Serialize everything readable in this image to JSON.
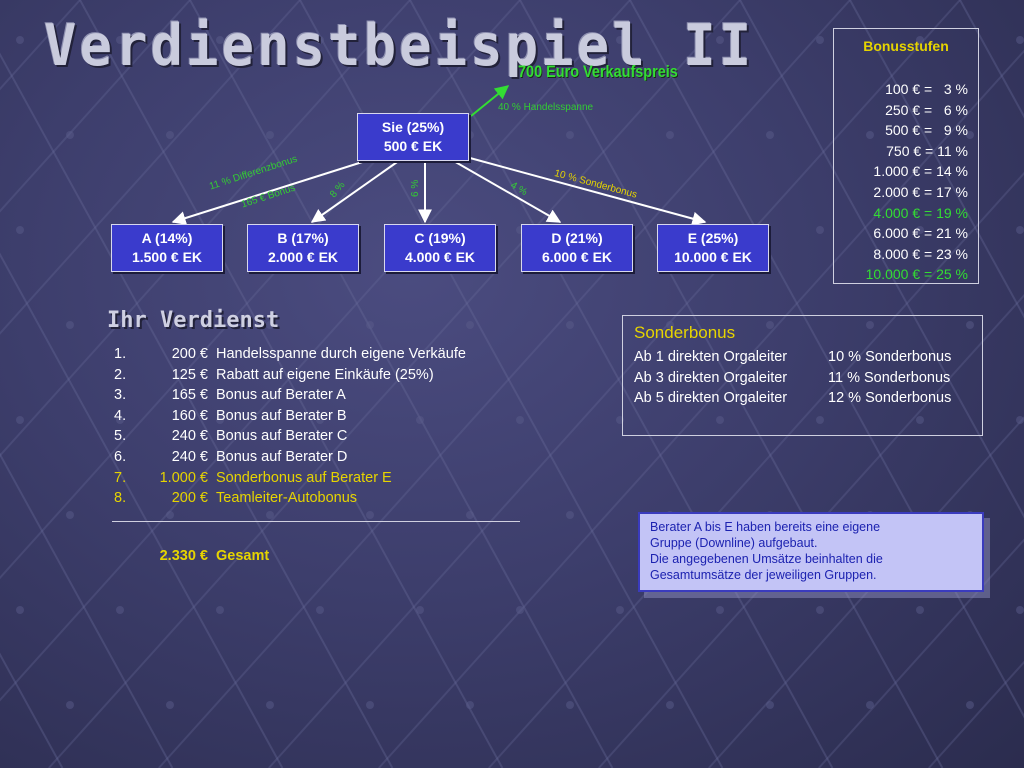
{
  "title": "Verdienstbeispiel II",
  "price_heading": "700 Euro Verkaufspreis",
  "labels": {
    "handelsspanne": "40 % Handelsspanne",
    "differenzbonus": "11 % Differenzbonus",
    "bonus_a": "165 € Bonus",
    "pct_b": "8 %",
    "pct_c": "6 %",
    "pct_d": "4 %",
    "sonderbonus_e": "10 % Sonderbonus"
  },
  "root": {
    "name": "Sie (25%)",
    "value": "500 € EK"
  },
  "partners": [
    {
      "name": "A (14%)",
      "value": "1.500 € EK"
    },
    {
      "name": "B (17%)",
      "value": "2.000 € EK"
    },
    {
      "name": "C (19%)",
      "value": "4.000 € EK"
    },
    {
      "name": "D (21%)",
      "value": "6.000 € EK"
    },
    {
      "name": "E (25%)",
      "value": "10.000 € EK"
    }
  ],
  "bonusstufen": {
    "title": "Bonusstufen",
    "rows": [
      "100 € =   3 %",
      "250 € =   6 %",
      "500 € =   9 %",
      "750 € = 11 %",
      "1.000 € = 14 %",
      "2.000 € = 17 %",
      "4.000 € = 19 %",
      "6.000 € = 21 %",
      "8.000 € = 23 %",
      "10.000 € = 25 %"
    ],
    "highlight_color": "#33dd33"
  },
  "verdienst": {
    "title": "Ihr Verdienst",
    "items": [
      {
        "num": "1.",
        "amount": "200 €",
        "text": "Handelsspanne durch eigene Verkäufe"
      },
      {
        "num": "2.",
        "amount": "125 €",
        "text": "Rabatt auf eigene Einkäufe (25%)"
      },
      {
        "num": "3.",
        "amount": "165 €",
        "text": "Bonus auf Berater A"
      },
      {
        "num": "4.",
        "amount": "160 €",
        "text": "Bonus auf Berater B"
      },
      {
        "num": "5.",
        "amount": "240 €",
        "text": "Bonus auf Berater C"
      },
      {
        "num": "6.",
        "amount": "240 €",
        "text": "Bonus auf Berater D"
      },
      {
        "num": "7.",
        "amount": "1.000 €",
        "text": "Sonderbonus auf Berater E"
      },
      {
        "num": "8.",
        "amount": "200 €",
        "text": "Teamleiter-Autobonus"
      }
    ],
    "total_amount": "2.330 €",
    "total_label": "Gesamt"
  },
  "sonderbonus": {
    "title": "Sonderbonus",
    "rows": [
      {
        "condition": "Ab 1 direkten Orgaleiter",
        "bonus": "10 % Sonderbonus"
      },
      {
        "condition": "Ab 3 direkten Orgaleiter",
        "bonus": "11 % Sonderbonus"
      },
      {
        "condition": "Ab 5 direkten Orgaleiter",
        "bonus": "12 % Sonderbonus"
      }
    ]
  },
  "note": {
    "lines": [
      "Berater A bis E haben bereits eine eigene",
      "Gruppe (Downline) aufgebaut.",
      "Die angegebenen Umsätze beinhalten die",
      "Gesamtumsätze der jeweiligen Gruppen."
    ]
  },
  "colors": {
    "node_fill": "#3a3bcc",
    "highlight_yellow": "#e6d400",
    "highlight_green": "#33dd33",
    "note_fill": "#c3c4f6"
  }
}
